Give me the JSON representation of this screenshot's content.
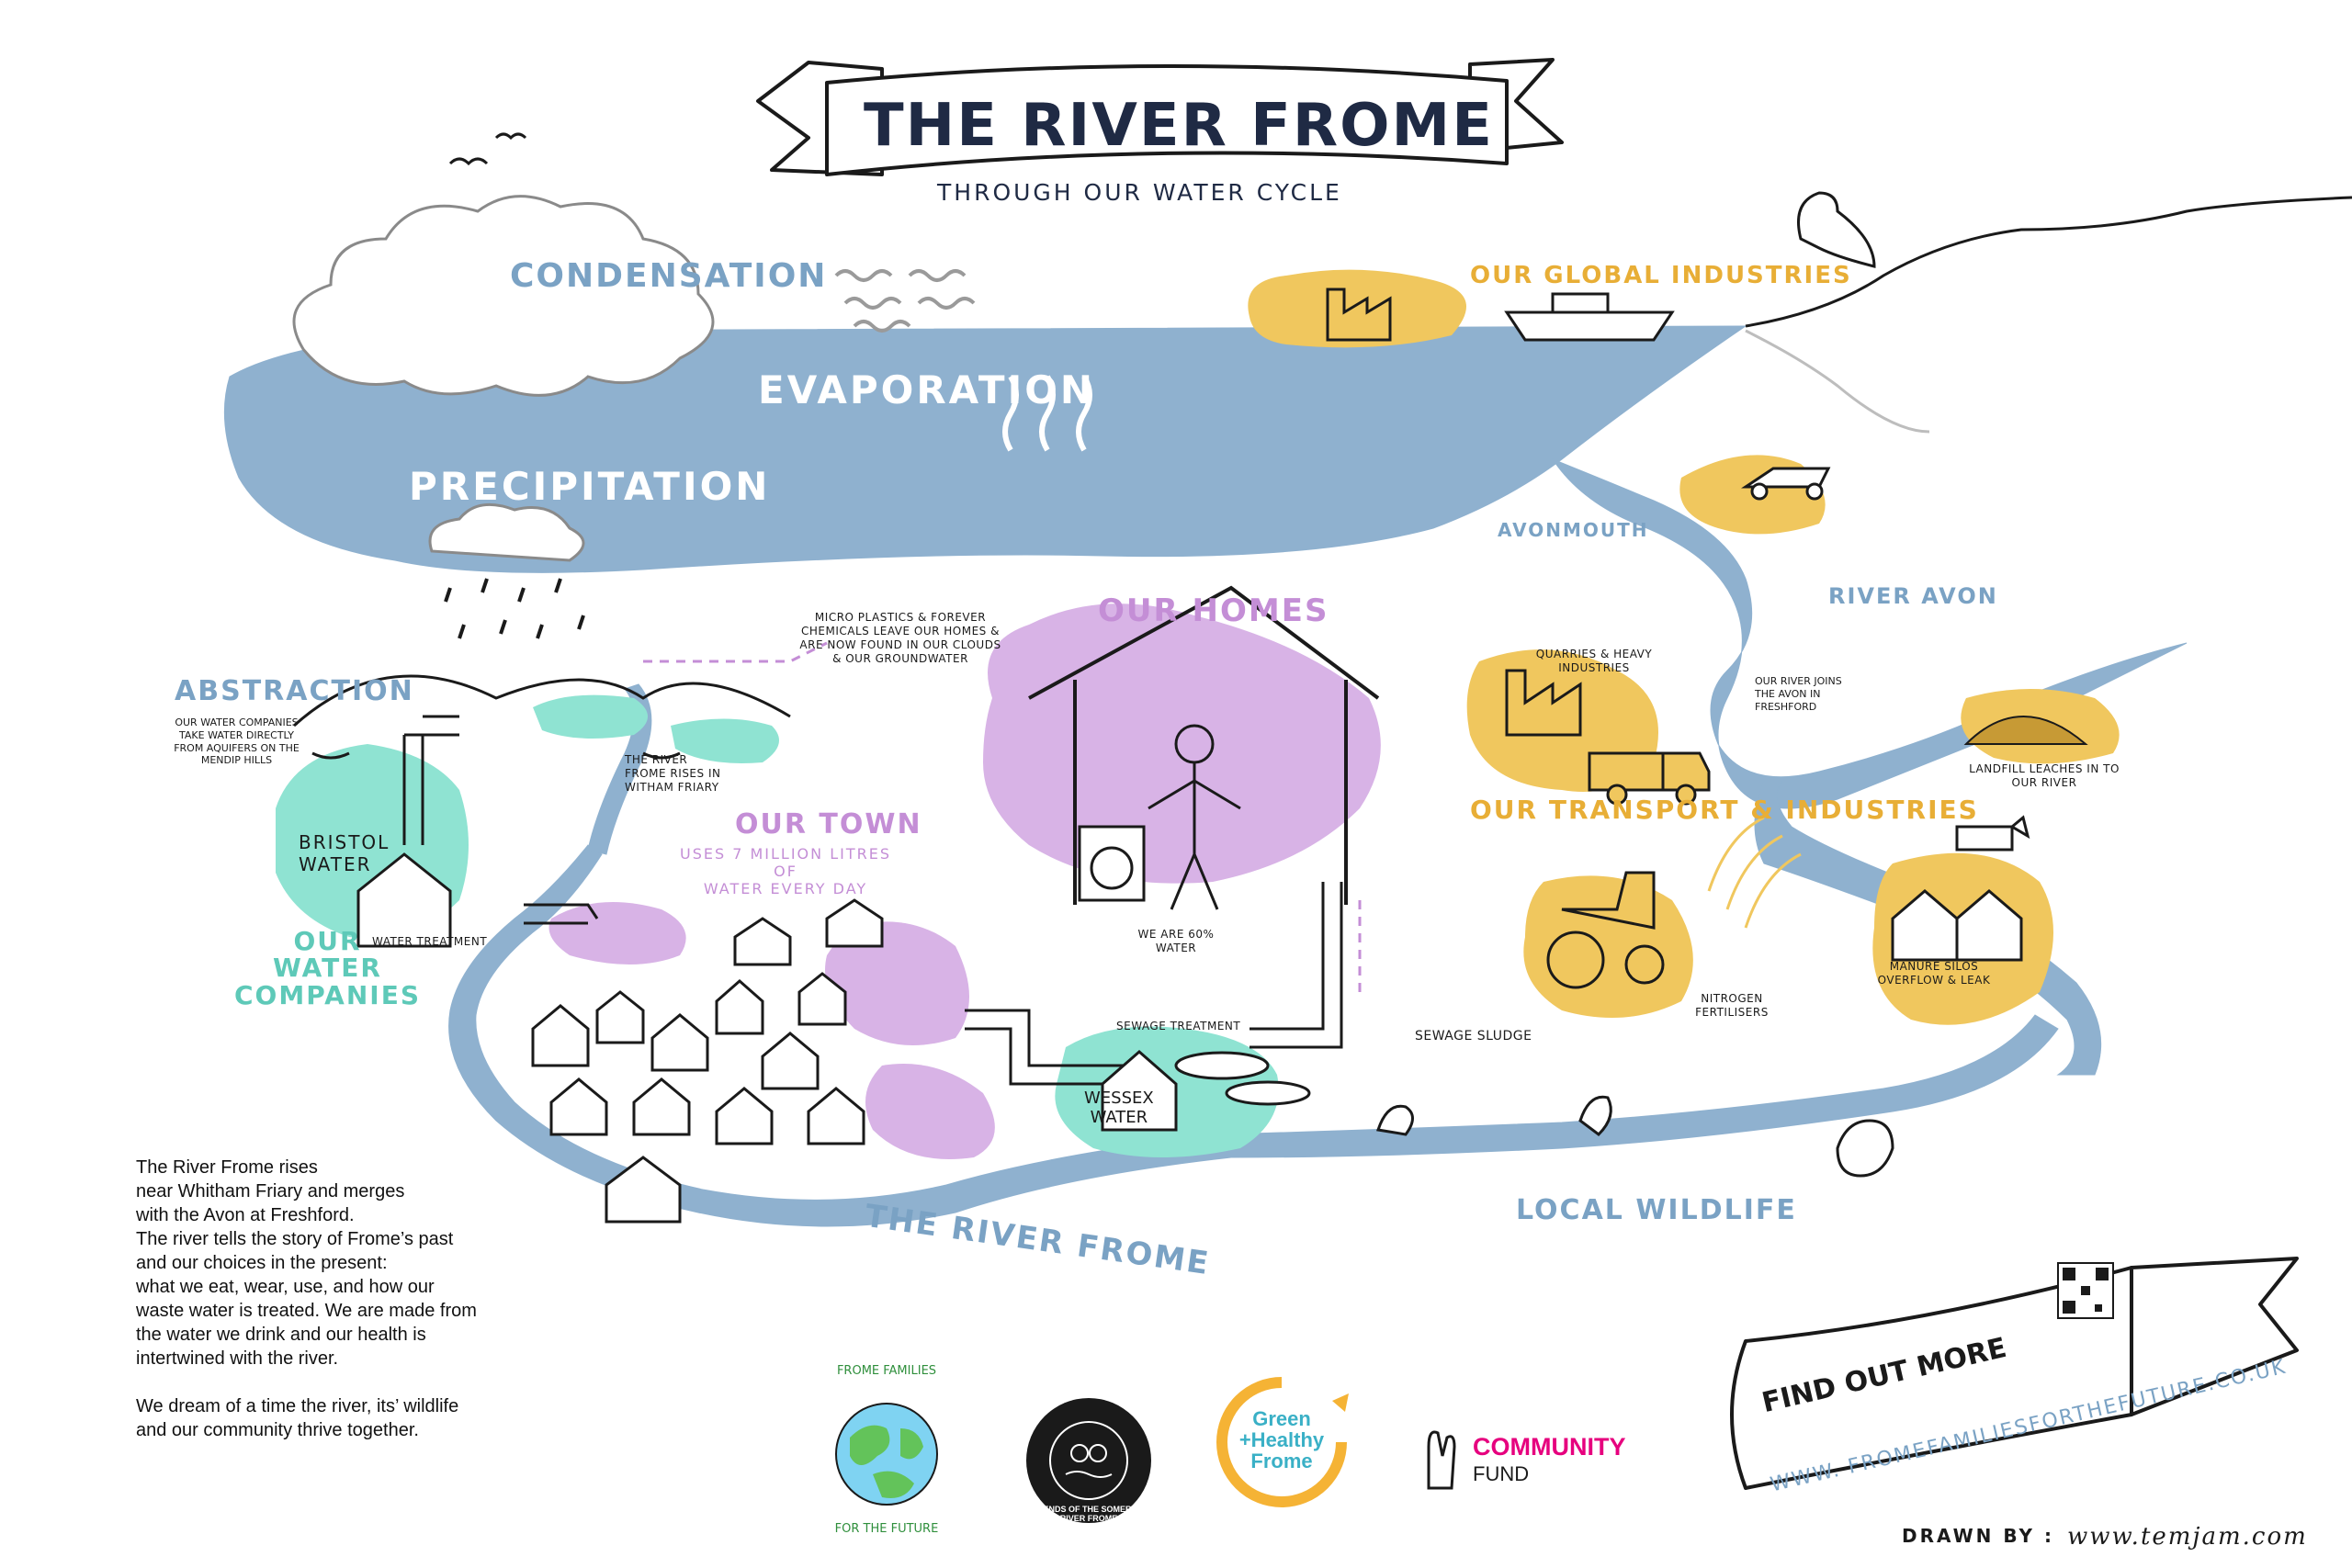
{
  "title": {
    "main": "THE RIVER FROME",
    "sub": "THROUGH OUR WATER CYCLE"
  },
  "cycle_labels": {
    "condensation": "CONDENSATION",
    "evaporation": "EVAPORATION",
    "precipitation": "PRECIPITATION"
  },
  "global": {
    "label": "OUR GLOBAL INDUSTRIES"
  },
  "places": {
    "avonmouth": "AVONMOUTH",
    "river_avon": "RIVER AVON",
    "river_frome": "THE RIVER FROME",
    "local_wildlife": "LOCAL WILDLIFE"
  },
  "abstraction": {
    "heading": "ABSTRACTION",
    "note": "OUR WATER COMPANIES TAKE WATER DIRECTLY FROM AQUIFERS ON THE MENDIP HILLS"
  },
  "water_companies": {
    "heading_line1": "OUR",
    "heading_line2": "WATER",
    "heading_line3": "COMPANIES",
    "bristol_line1": "BRISTOL",
    "bristol_line2": "WATER",
    "treatment": "WATER TREATMENT",
    "river_rises": "THE RIVER FROME RISES IN WITHAM FRIARY"
  },
  "homes": {
    "heading": "OUR HOMES",
    "microplastics": "MICRO PLASTICS & FOREVER CHEMICALS LEAVE OUR HOMES & ARE NOW FOUND IN OUR CLOUDS & OUR GROUNDWATER",
    "water_pct": "WE ARE 60% WATER"
  },
  "town": {
    "heading": "OUR TOWN",
    "sub_line1": "USES 7 MILLION LITRES OF",
    "sub_line2": "WATER EVERY DAY"
  },
  "sewage": {
    "treatment": "SEWAGE TREATMENT",
    "wessex_line1": "WESSEX",
    "wessex_line2": "WATER",
    "sludge": "SEWAGE SLUDGE"
  },
  "industry": {
    "quarries": "QUARRIES & HEAVY INDUSTRIES",
    "transport": "OUR TRANSPORT & INDUSTRIES",
    "avon_join": "OUR RIVER JOINS THE AVON IN FRESHFORD",
    "landfill": "LANDFILL LEACHES IN TO OUR RIVER",
    "nitrogen": "NITROGEN FERTILISERS",
    "manure": "MANURE SILOS OVERFLOW & LEAK"
  },
  "find_out": {
    "heading": "FIND OUT MORE",
    "url": "WWW. FROMEFAMILIESFORTHEFUTURE.CO.UK"
  },
  "story": [
    "The River Frome rises",
    "near Whitham Friary and merges",
    "with the Avon at Freshford.",
    "The river tells the story of Frome’s past",
    "and our choices in the present:",
    "what we eat, wear, use, and how our",
    "waste water is treated. We are made from",
    "the water we drink and our health is",
    "intertwined with the river.",
    "",
    "We dream of a time the river, its’ wildlife",
    "and our community thrive together."
  ],
  "logos": {
    "ffftf_top": "FROME FAMILIES",
    "ffftf_bottom": "FOR THE FUTURE",
    "friends_ring": "FRIENDS OF THE SOMERSET RIVER FROME",
    "green_healthy_line1": "Green",
    "green_healthy_line2": "+Healthy",
    "green_healthy_line3": "Frome",
    "community_line1": "COMMUNITY",
    "community_line2": "FUND"
  },
  "credit": {
    "drawn_by": "DRAWN BY :",
    "site": "www.temjam.com"
  },
  "colors": {
    "river": "#8fb1cf",
    "gold": "#f0c75e",
    "purple": "#d8b3e6",
    "teal": "#8fe3d2",
    "ink": "#1a1a1a",
    "blue_text": "#7aa2c4",
    "community_pink": "#e6007e",
    "green_healthy_teal": "#3ab0c6",
    "green_healthy_orange": "#f5b335"
  }
}
